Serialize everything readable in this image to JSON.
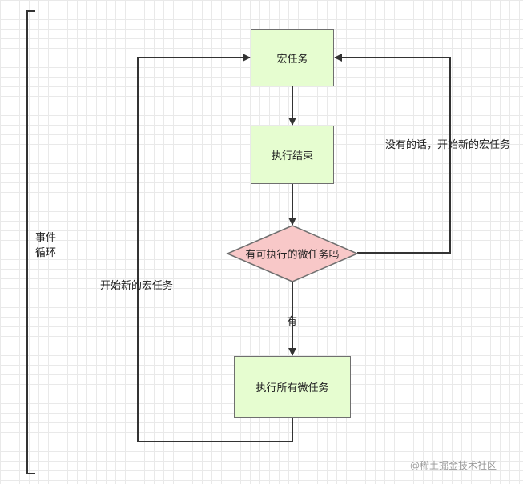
{
  "diagram": {
    "nodes": {
      "macro_task": "宏任务",
      "exec_end": "执行结束",
      "decision": "有可执行的微任务吗",
      "exec_all_micro": "执行所有微任务"
    },
    "edge_labels": {
      "no_micro": "没有的话，开始新的宏任务",
      "start_new": "开始新的宏任务",
      "yes": "有"
    },
    "loop_label": {
      "line1": "事件",
      "line2": "循环"
    }
  },
  "watermark": "@稀土掘金技术社区",
  "colors": {
    "process_fill": "#e6fdd0",
    "decision_fill": "#f8c8c8",
    "stroke": "#333333"
  }
}
